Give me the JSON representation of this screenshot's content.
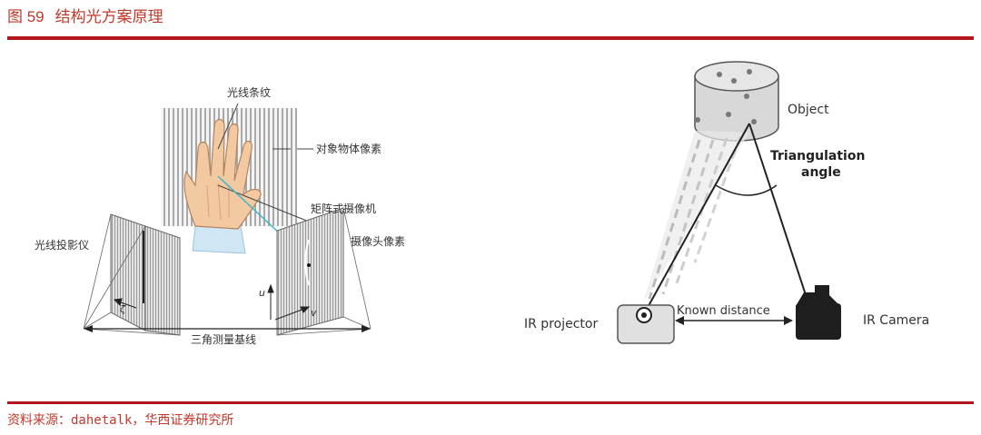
{
  "header": {
    "figure_number": "图 59",
    "title": "结构光方案原理"
  },
  "left_diagram": {
    "light_stripes": "光线条纹",
    "object_pixel": "对象物体像素",
    "matrix_camera": "矩阵式摄像机",
    "light_projector": "光线投影仪",
    "camera_pixel": "摄像头像素",
    "baseline": "三角测量基线",
    "axis_u": "u",
    "axis_v": "v",
    "axis_zeta": "ζ"
  },
  "right_diagram": {
    "object": "Object",
    "triangulation_line1": "Triangulation",
    "triangulation_line2": "angle",
    "known_distance": "Known distance",
    "ir_projector": "IR projector",
    "ir_camera": "IR Camera"
  },
  "footer": {
    "source": "资料来源：dahetalk，华西证券研究所"
  },
  "colors": {
    "accent": "#b3171d",
    "text": "#333333"
  }
}
